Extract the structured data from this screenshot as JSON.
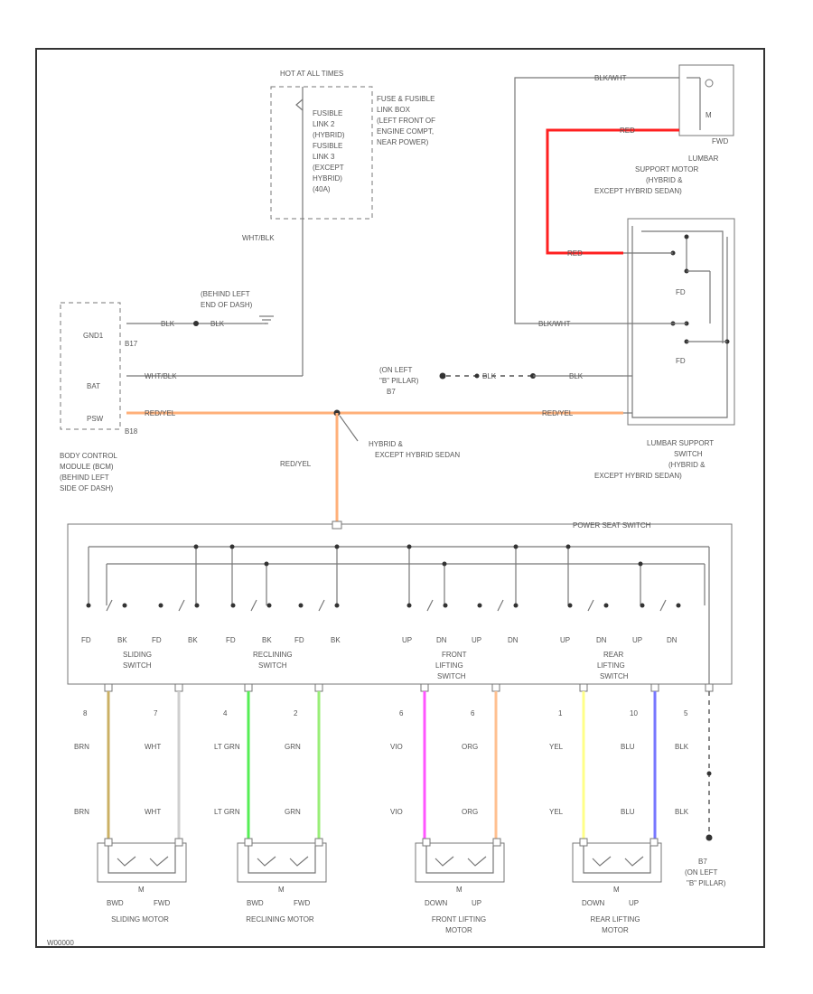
{
  "colors": {
    "red": "#ff2020",
    "orange": "#ffb07a",
    "brown_tan": "#cbb064",
    "white_wire": "#cfcfcf",
    "light_green": "#55ee55",
    "green": "#99ee77",
    "violet": "#ff55ff",
    "orange2": "#ffc090",
    "yellow": "#ffff88",
    "blue": "#7777ff",
    "black": "#333333"
  },
  "hot_at": "HOT AT ALL TIMES",
  "fuse_box": {
    "label": [
      "FUSE & FUSIBLE",
      "LINK BOX",
      "(LEFT FRONT OF",
      "ENGINE COMPT,",
      "NEAR POWER)"
    ],
    "fusible_link": [
      "FUSIBLE",
      "LINK 2",
      "(HYBRID)",
      "FUSIBLE",
      "LINK 3",
      "(EXCEPT",
      "HYBRID)",
      "(40A)"
    ]
  },
  "wht_blk_vertical": "WHT/BLK",
  "ground_behind_dash": [
    "(BEHIND LEFT",
    "END OF DASH)"
  ],
  "bcm": {
    "pins": [
      "GND1",
      "BAT",
      "PSW"
    ],
    "label": [
      "BODY CONTROL",
      "MODULE (BCM)",
      "(BEHIND LEFT",
      "SIDE OF DASH)"
    ],
    "connectors": [
      "B17",
      "B18"
    ],
    "wires": [
      "BLK",
      "BLK",
      "WHT/BLK",
      "RED/YEL"
    ]
  },
  "ground_left_pillar": [
    "(ON LEFT",
    "\"B\" PILLAR)",
    "B7"
  ],
  "ground_wire_blk": [
    "BLK",
    "BLK"
  ],
  "lumbar_motor": {
    "wires": [
      "BLK/WHT",
      "RED"
    ],
    "pin": "FWD",
    "label": [
      "LUMBAR",
      "SUPPORT MOTOR",
      "(HYBRID &",
      "EXCEPT HYBRID SEDAN)"
    ]
  },
  "lumbar_switch": {
    "wires": [
      "RED",
      "BLK/WHT",
      "RED/YEL"
    ],
    "contacts": [
      "FD",
      "FD"
    ],
    "label": [
      "LUMBAR SUPPORT",
      "SWITCH",
      "(HYBRID &",
      "EXCEPT HYBRID SEDAN)"
    ]
  },
  "splice_note": [
    "HYBRID &",
    "EXCEPT HYBRID SEDAN"
  ],
  "red_yel_vertical": "RED/YEL",
  "power_seat_switch": {
    "title": "POWER SEAT SWITCH",
    "contacts": [
      "FD",
      "BK",
      "FD",
      "BK",
      "FD",
      "BK",
      "FD",
      "BK",
      "UP",
      "DN",
      "UP",
      "DN",
      "UP",
      "DN",
      "UP",
      "DN"
    ],
    "switch_names": [
      [
        "SLIDING",
        "SWITCH"
      ],
      [
        "RECLINING",
        "SWITCH"
      ],
      [
        "FRONT",
        "LIFTING",
        "SWITCH"
      ],
      [
        "REAR",
        "LIFTING",
        "SWITCH"
      ]
    ]
  },
  "wires": [
    {
      "pin": "8",
      "top": "BRN",
      "bottom": "BRN",
      "color": "brown_tan"
    },
    {
      "pin": "7",
      "top": "WHT",
      "bottom": "WHT",
      "color": "white_wire"
    },
    {
      "pin": "4",
      "top": "LT GRN",
      "bottom": "LT GRN",
      "color": "light_green"
    },
    {
      "pin": "2",
      "top": "GRN",
      "bottom": "GRN",
      "color": "green"
    },
    {
      "pin": "6",
      "top": "VIO",
      "bottom": "VIO",
      "color": "violet"
    },
    {
      "pin": "6",
      "top": "ORG",
      "bottom": "ORG",
      "color": "orange2"
    },
    {
      "pin": "1",
      "top": "YEL",
      "bottom": "YEL",
      "color": "yellow"
    },
    {
      "pin": "10",
      "top": "BLU",
      "bottom": "BLU",
      "color": "blue"
    },
    {
      "pin": "5",
      "top": "BLK",
      "bottom": "BLK",
      "color": "black"
    }
  ],
  "ground_bottom": [
    "B7",
    "(ON LEFT",
    "\"B\" PILLAR)"
  ],
  "motors": [
    {
      "terms": [
        "BWD",
        "FWD"
      ],
      "name": [
        "SLIDING MOTOR"
      ]
    },
    {
      "terms": [
        "BWD",
        "FWD"
      ],
      "name": [
        "RECLINING MOTOR"
      ]
    },
    {
      "terms": [
        "DOWN",
        "UP"
      ],
      "name": [
        "FRONT LIFTING",
        "MOTOR"
      ]
    },
    {
      "terms": [
        "DOWN",
        "UP"
      ],
      "name": [
        "REAR LIFTING",
        "MOTOR"
      ]
    }
  ],
  "motor_letter": "M",
  "footer_code": "W00000"
}
